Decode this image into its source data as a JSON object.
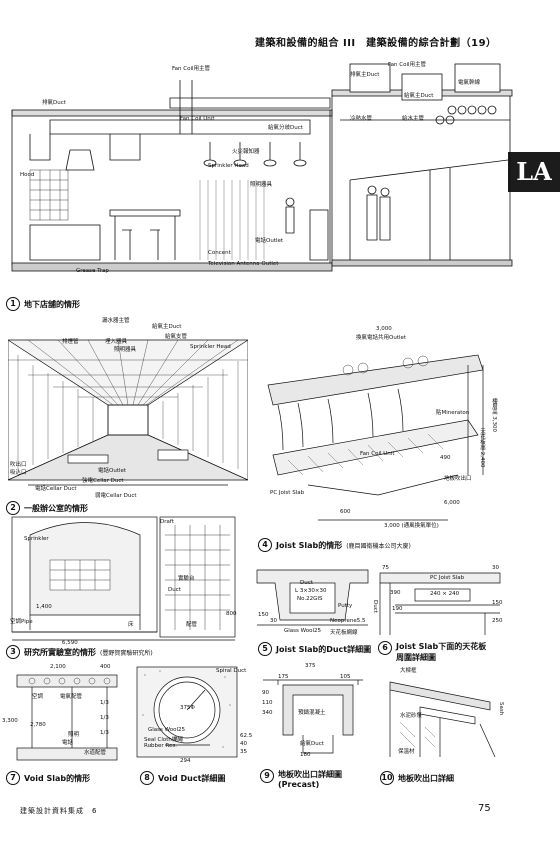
{
  "header": {
    "title": "建築和設備的組合 III　建築設備的綜合計劃（19）"
  },
  "logo": {
    "text": "LA"
  },
  "captions": [
    {
      "num": "1",
      "text": "地下店舖的情形",
      "note": ""
    },
    {
      "num": "2",
      "text": "一般辦公室的情形",
      "note": ""
    },
    {
      "num": "3",
      "text": "研究所實驗室的情形",
      "note": "(豐野賀實驗研究所)"
    },
    {
      "num": "4",
      "text": "Joist Slab的情形",
      "note": "(鹿目國衛機本公司大廈)"
    },
    {
      "num": "5",
      "text": "Joist Slab的Duct詳細圖",
      "note": ""
    },
    {
      "num": "6",
      "text": "Joist Slab下面的天花板",
      "note": "",
      "line2": "周圍詳細圖"
    },
    {
      "num": "7",
      "text": "Void Slab的情形",
      "note": ""
    },
    {
      "num": "8",
      "text": "Void Duct詳細圖",
      "note": ""
    },
    {
      "num": "9",
      "text": "地板吹出口詳細圖",
      "note": "",
      "line2": "(Precast)"
    },
    {
      "num": "10",
      "text": "地板吹出口詳細",
      "note": ""
    }
  ],
  "fig1_labels": {
    "fan_coil_main": "Fan Coil用主管",
    "exhaust_duct": "排氣Duct",
    "fan_coil_unit": "Fan Coil Unit",
    "supply_branch": "給氣分歧Duct",
    "fire_sprinkler": "火災報知器",
    "sprinkler_head": "Sprinkler Head",
    "lighting": "照明器具",
    "hood": "Hood",
    "grease_trap": "Grease Trap",
    "concent": "Concent",
    "tv_outlet": "Television Antenna Outlet",
    "elec_outlet": "電話Outlet",
    "exhaust_main": "排氣主Duct",
    "supply_main": "給氣主Duct",
    "power_cable": "電氣幹線",
    "fan_coil_main2": "Fan Coil用主管",
    "cold_water": "冷熱水管",
    "water_pipe": "給水主管"
  },
  "fig2_labels": {
    "leak_main": "漏水器主管",
    "exhaust_main": "給氣主Duct",
    "supply_branch": "給氣支管",
    "sprinkler_pipe": "排煙管",
    "embedded": "埋入器具",
    "lighting": "照明器具",
    "sprinkler_head": "Sprinkler Head",
    "phone_outlet": "電話Outlet",
    "elec_cellar": "電話Cellar Duct",
    "power_cellar": "強電Cellar Duct",
    "low_cellar": "弱電Cellar Duct",
    "blow": "吹出口",
    "suction": "吸込口"
  },
  "fig3_labels": {
    "draft": "Draft",
    "lab_table": "實驗台",
    "duct": "Duct",
    "sprinkler": "Sprinkler",
    "floor": "床",
    "pipe": "配管",
    "dim_6590": "6,590",
    "dim_1400": "1,400",
    "dim_800": "800",
    "air_pipe": "空調Pipe"
  },
  "fig4_labels": {
    "dim_3000_top": "3,000",
    "light_outlet": "換氣電話共用Outlet",
    "mineraton": "貼Mineraton",
    "fan_coil": "Fan Coil Unit",
    "floor_blow": "地板吹出口",
    "pc_slab": "PC Joist Slab",
    "dim_600": "600",
    "dim_490": "490",
    "dim_3000_bottom": "3,000 (通風換氣單位)",
    "dim_2400": "天花板高 2,400",
    "dim_3300": "樓層高 3,300",
    "span": "6,000"
  },
  "fig5_labels": {
    "duct": "Duct",
    "dim": "L 3×30×30",
    "no": "No.22GIS",
    "putty": "Putty",
    "glass_wool": "Glass Wool25",
    "neoprene": "Neoprene5.5",
    "ceiling": "天花板網線",
    "d150": "150",
    "d30": "30"
  },
  "fig6_labels": {
    "pc_slab": "PC Joist Slab",
    "dim_240": "240 × 240",
    "duct": "Duct",
    "d75": "75",
    "d30": "30",
    "d150": "150",
    "d250": "250",
    "d390": "390",
    "d190": "190"
  },
  "fig7_labels": {
    "d2100": "2,100",
    "d400": "400",
    "d3300": "3,300",
    "d2780": "2,780",
    "air": "空調",
    "elec": "電氣配管",
    "light": "照明",
    "water": "水道配管",
    "frac1": "1/3",
    "frac2": "1/3",
    "frac3": "1/3",
    "phone": "電話"
  },
  "fig8_labels": {
    "spiral": "Spiral Duct",
    "d375": "375Φ",
    "glass": "Glass Wool25",
    "seal": "Seal Cloth繃繩",
    "rubber": "Rubber Res.",
    "d294": "294",
    "d625": "62.5",
    "d40": "40",
    "d35": "35"
  },
  "fig9_labels": {
    "d375": "375",
    "d175": "175",
    "d105": "105",
    "d90": "90",
    "d110": "110",
    "d340": "340",
    "precast": "預鑄混凝土",
    "duct": "給氣Duct",
    "d180": "180"
  },
  "fig10_labels": {
    "big_frame": "大樑框",
    "water_proof": "水泥砂漿",
    "insulation": "保溫材",
    "sash": "Sash"
  },
  "footer": {
    "left": "建築設計資料集成　6",
    "right": "75"
  }
}
